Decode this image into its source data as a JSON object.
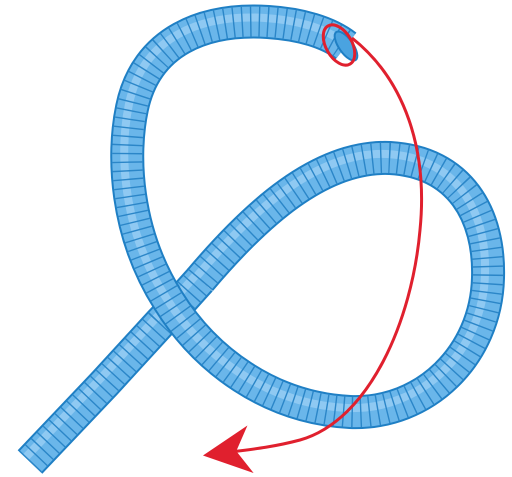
{
  "colors": {
    "background": "#ffffff",
    "tube_fill": "#6ab6ea",
    "tube_fill_light": "#9fd2f5",
    "tube_edge": "#1f7fc4",
    "tube_ring": "#2b86c8",
    "arrow": "#e0202e"
  },
  "figure": {
    "kind": "coiled corrugated tube forming a loop, with a red curved arrow indicating the end is threaded through the loop",
    "icons": [
      "corrugated-tube",
      "end-marker-ring",
      "curved-arrow"
    ]
  }
}
